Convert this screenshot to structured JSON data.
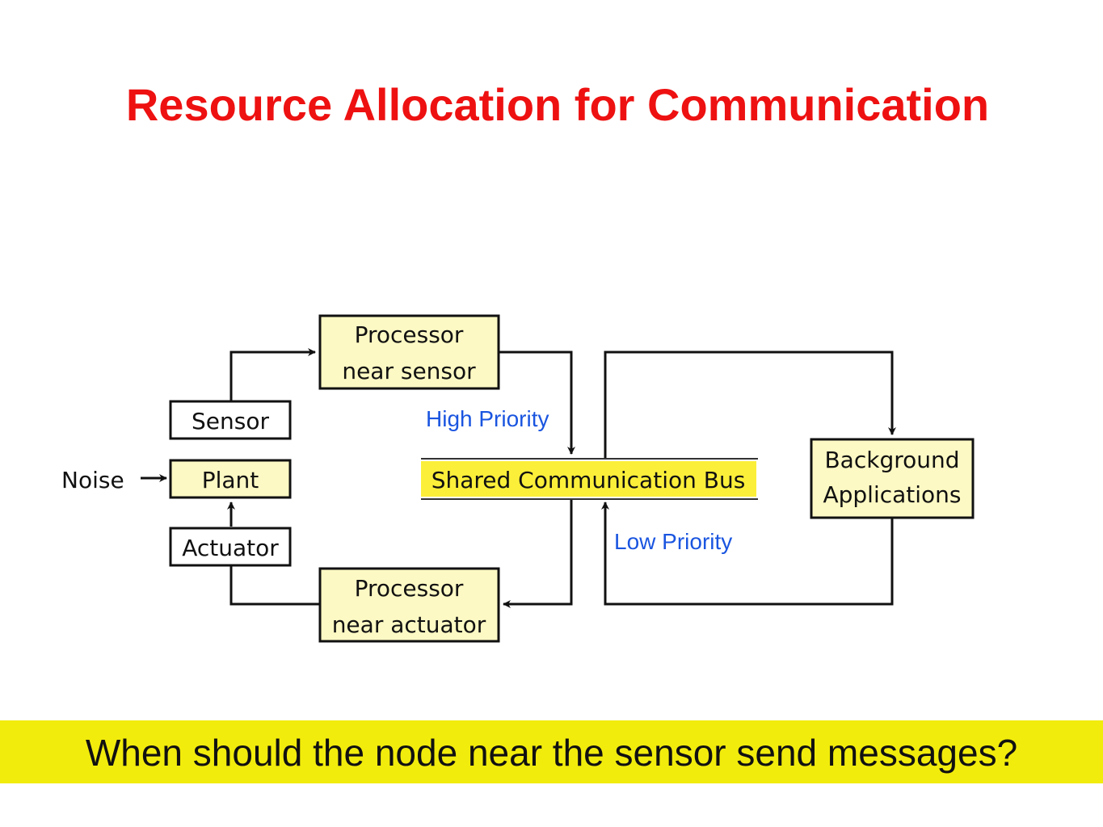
{
  "title": "Resource Allocation for Communication",
  "diagram": {
    "processor_sensor": [
      "Processor",
      "near sensor"
    ],
    "sensor": "Sensor",
    "plant": "Plant",
    "noise": "Noise",
    "actuator": "Actuator",
    "processor_actuator": [
      "Processor",
      "near actuator"
    ],
    "bus": "Shared Communication Bus",
    "background": [
      "Background",
      "Applications"
    ],
    "high_priority": "High Priority",
    "low_priority": "Low Priority"
  },
  "question": "When should the node near the sensor send messages?",
  "colors": {
    "title": "#ee1111",
    "box_fill": "#fdf9c4",
    "bus_fill": "#fbef3a",
    "priority_label": "#1a55e0",
    "banner": "#f2ec0c"
  }
}
